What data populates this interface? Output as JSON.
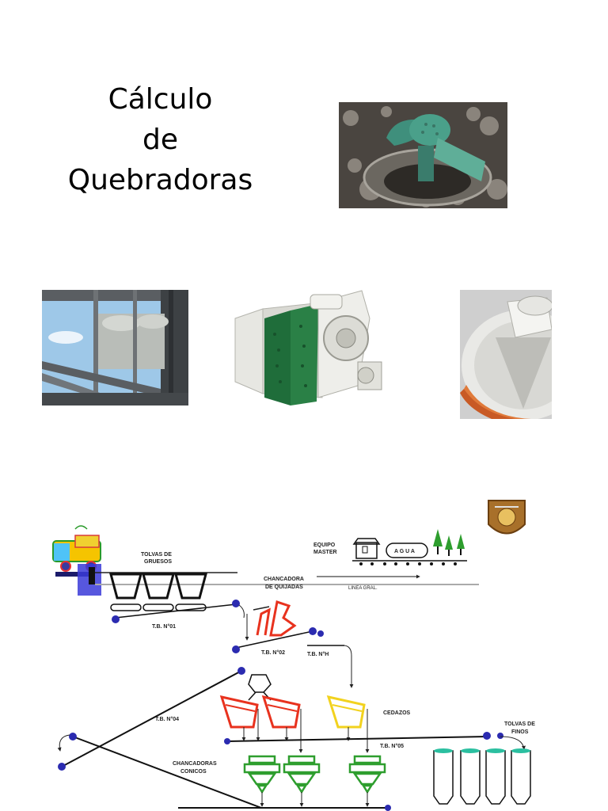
{
  "title": {
    "line1": "Cálculo",
    "line2": "de",
    "line3": "Quebradoras"
  },
  "diagram": {
    "tolvas_gruesos_1": "TOLVAS DE",
    "tolvas_gruesos_2": "GRUESOS",
    "equipo_master_1": "EQUIPO",
    "equipo_master_2": "MASTER",
    "agua": "A G U A",
    "chancadora_1": "CHANCADORA",
    "chancadora_2": "DE QUIJADAS",
    "linea": "LINEA GRAL.",
    "tb1": "T.B. N°01",
    "tb2": "T.B. N°02",
    "tbh": "T.B. N°H",
    "tb4": "T.B. N°04",
    "cedazos": "CEDAZOS",
    "tolvas_finos_1": "TOLVAS DE",
    "tolvas_finos_2": "FINOS",
    "tb5": "T.B. N°05",
    "conicos_1": "CHANCADORAS",
    "conicos_2": "CONICOS"
  },
  "colors": {
    "red": "#e8321e",
    "yellow": "#f2d21e",
    "green": "#2e9e2e",
    "teal": "#2bbfa0",
    "dot": "#2b2bb0"
  },
  "icons": [
    "truck-icon",
    "crest-icon",
    "tree-icon"
  ]
}
